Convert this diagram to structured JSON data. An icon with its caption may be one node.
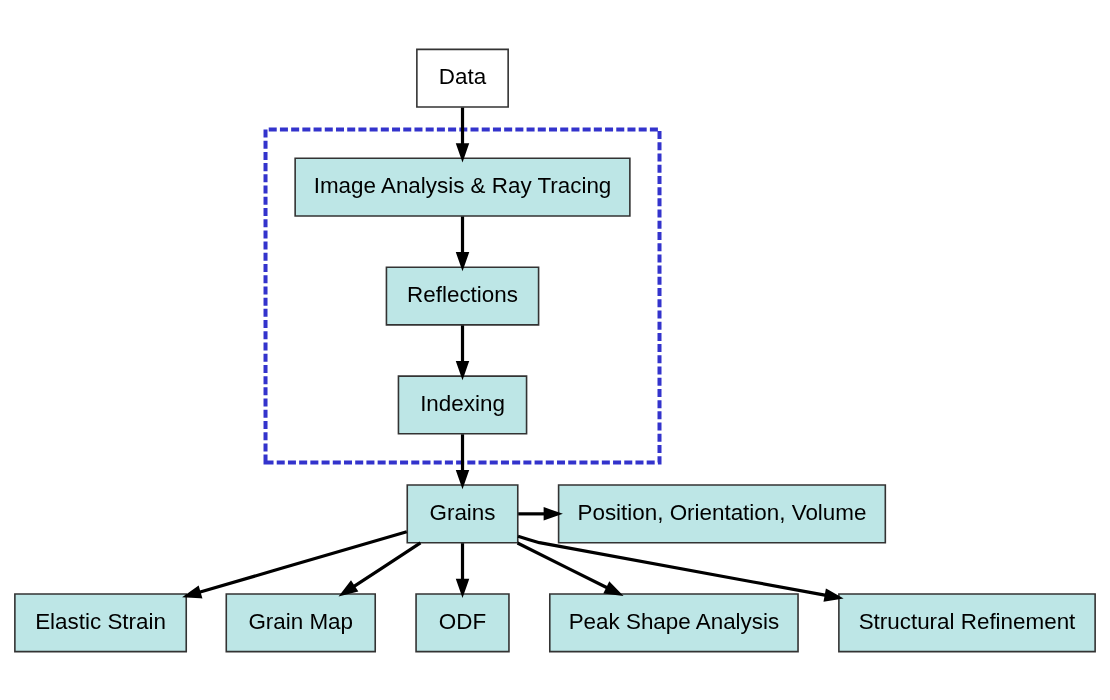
{
  "diagram": {
    "nodes": [
      {
        "text": [
          "Data"
        ]
      },
      {
        "text": [],
        "shape": "box"
      },
      {
        "text": [
          "Image Analysis & Ray Tracing"
        ],
        "in": 1
      },
      {
        "text": [
          "Reflections"
        ],
        "in": 1
      },
      {
        "text": [
          "Indexing"
        ],
        "in": 1
      },
      {
        "text": [
          "Grains"
        ]
      },
      {
        "text": [
          "Position, Orientation, Volume"
        ]
      },
      {
        "text": [
          "Elastic Strain"
        ]
      },
      {
        "text": [
          "Grain Map"
        ]
      },
      {
        "text": [
          "ODF"
        ]
      },
      {
        "text": [
          "Peak Shape Analysis"
        ]
      },
      {
        "text": [
          "Structural Refinement"
        ]
      }
    ],
    "edges": [
      {
        "from": 0,
        "to": 2,
        "arrow": "to"
      },
      {
        "from": 2,
        "to": 3,
        "arrow": "to"
      },
      {
        "from": 3,
        "to": 4,
        "arrow": "to"
      },
      {
        "from": 4,
        "to": 5,
        "arrow": "to"
      },
      {
        "from": 5,
        "to": 6,
        "arrow": "to"
      },
      {
        "from": 5,
        "to": 7,
        "arrow": "to"
      },
      {
        "from": 5,
        "to": 8,
        "arrow": "to"
      },
      {
        "from": 5,
        "to": 9,
        "arrow": "to"
      },
      {
        "from": 5,
        "to": 10,
        "arrow": "to"
      },
      {
        "from": 5,
        "to": 11,
        "arrow": "to"
      }
    ]
  }
}
